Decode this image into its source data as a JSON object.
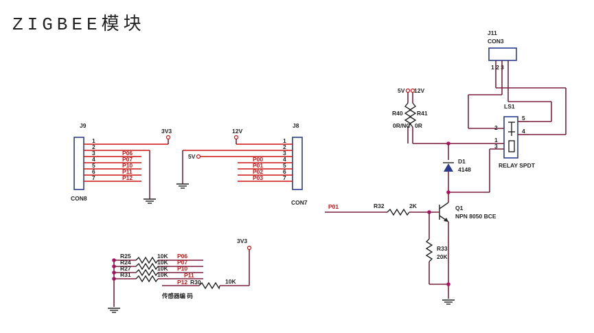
{
  "title": "ZIGBEE模块",
  "j9": {
    "ref": "J9",
    "name": "CON8",
    "pins": [
      "1",
      "2",
      "3",
      "4",
      "5",
      "6",
      "7"
    ],
    "nets": [
      "P06",
      "P07",
      "P10",
      "P11",
      "P12"
    ],
    "power": "3V3"
  },
  "j8": {
    "ref": "J8",
    "name": "CON7",
    "pins": [
      "1",
      "2",
      "3",
      "4",
      "5",
      "6",
      "7"
    ],
    "nets": [
      "P00",
      "P01",
      "P02",
      "P03"
    ],
    "power12": "12V",
    "power5": "5V"
  },
  "relay": {
    "j11_ref": "J11",
    "j11_name": "CON3",
    "j11_pins": "1 2 3",
    "ls1": "LS1",
    "relay_name": "RELAY SPDT",
    "pins": [
      "2",
      "5",
      "4",
      "1",
      "3"
    ],
    "v5": "5V",
    "v12": "12V",
    "r40": "R40",
    "r41": "R41",
    "r40v": "0R/NC",
    "r41v": "0R",
    "d1": "D1",
    "d1v": "4148",
    "q1": "Q1",
    "q1v": "NPN 8050 BCE",
    "p01": "P01",
    "r32": "R32",
    "r32v": "2K",
    "r33": "R33",
    "r33v": "20K"
  },
  "sensor": {
    "power": "3V3",
    "resistors": [
      {
        "ref": "R25",
        "val": "10K",
        "net": "P06"
      },
      {
        "ref": "R24",
        "val": "10K",
        "net": "P07"
      },
      {
        "ref": "R27",
        "val": "10K",
        "net": "P10"
      },
      {
        "ref": "R31",
        "val": "10K",
        "net": "P11"
      }
    ],
    "r30": "R30",
    "r30v": "10K",
    "r30net": "P12",
    "label": "传感器编 码"
  }
}
